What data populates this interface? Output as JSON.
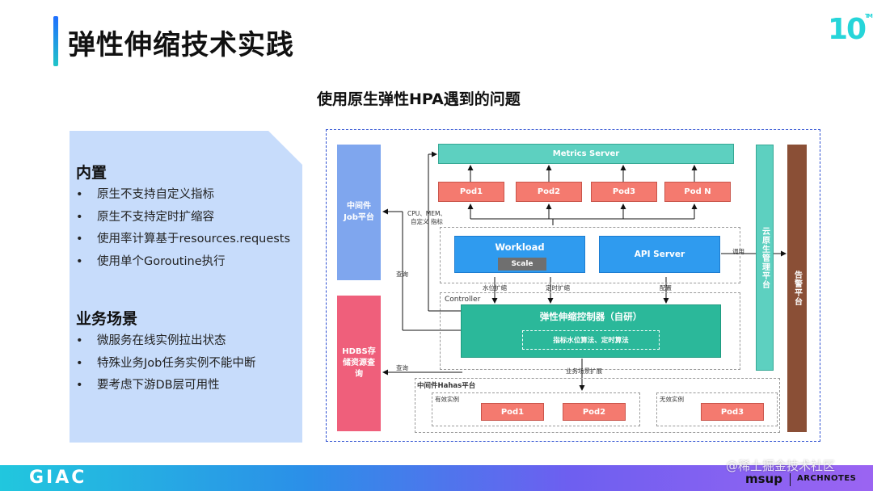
{
  "header": {
    "title": "弹性伸缩技术实践",
    "logo": "10",
    "logo_tm": "TM"
  },
  "subtitle": "使用原生弹性HPA遇到的问题",
  "left_panel": {
    "section1_title": "内置",
    "section1_items": [
      "原生不支持自定义指标",
      "原生不支持定时扩缩容",
      "使用率计算基于resources.requests",
      "使用单个Goroutine执行"
    ],
    "section2_title": "业务场景",
    "section2_items": [
      "微服务在线实例拉出状态",
      "特殊业务Job任务实例不能中断",
      "要考虑下游DB层可用性"
    ]
  },
  "diagram": {
    "middleware_job": "中间件Job平台",
    "hdbs": "HDBS存储资源查询",
    "metrics_server": "Metrics Server",
    "pods_top": [
      "Pod1",
      "Pod2",
      "Pod3",
      "Pod N"
    ],
    "cpu_label_1": "CPU、MEM、",
    "cpu_label_2": "自定义 指标",
    "workload": "Workload",
    "scale": "Scale",
    "api_server": "API Server",
    "call_label": "调用",
    "query_label_1": "查询",
    "query_label_2": "查询",
    "waterline_label": "水位扩缩",
    "timed_label": "定时扩缩",
    "config_label": "配置",
    "controller_label": "Controller",
    "controller_title": "弹性伸缩控制器（自研）",
    "algorithm": "指标水位算法、定时算法",
    "scenario_label": "业务场景扩展",
    "hahas_title": "中间件Hahas平台",
    "valid_label": "有效实例",
    "invalid_label": "无效实例",
    "pods_bottom_valid": [
      "Pod1",
      "Pod2"
    ],
    "pods_bottom_invalid": [
      "Pod3"
    ],
    "cloud_native": "云原生管理平台",
    "alarm": "告警平台"
  },
  "footer": {
    "giac": "GIAC",
    "msup": "msup",
    "archnotes": "ARCHNOTES",
    "watermark": "@稀土掘金技术社区"
  },
  "colors": {
    "accent_start": "#1f6fff",
    "accent_end": "#20c4c8",
    "teal": "#2bb89a",
    "blue": "#2f9bef",
    "pod": "#f47a6f",
    "brown": "#8a4f36",
    "pink": "#ef5f7b"
  }
}
